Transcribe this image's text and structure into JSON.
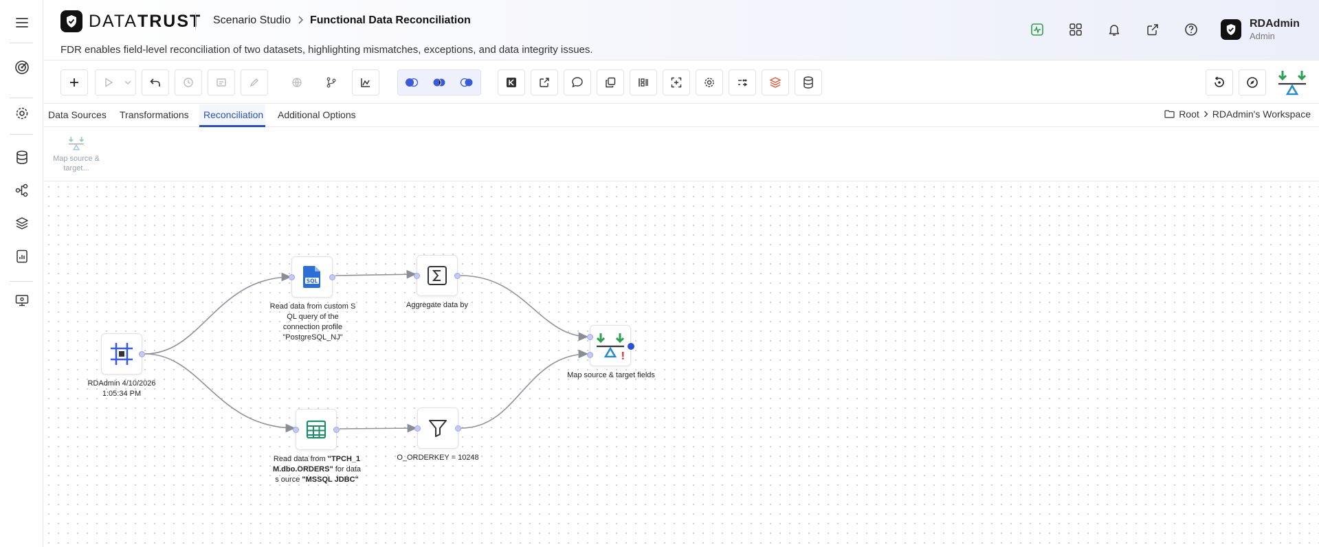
{
  "app": {
    "logo_light": "DATA",
    "logo_bold": "TRUST",
    "breadcrumb": [
      "Scenario Studio",
      "Functional Data Reconciliation"
    ],
    "description": "FDR enables field-level reconciliation of two datasets, highlighting mismatches, exceptions, and data integrity issues."
  },
  "user": {
    "name": "RDAdmin",
    "role": "Admin"
  },
  "tabs": [
    "Data Sources",
    "Transformations",
    "Reconciliation",
    "Additional Options"
  ],
  "active_tab": "Reconciliation",
  "path": {
    "root": "Root",
    "workspace": "RDAdmin's Workspace"
  },
  "palette": {
    "item_label": "Map source & target..."
  },
  "nodes": {
    "start": {
      "label": "RDAdmin 4/10/2026 1:05:34 PM"
    },
    "sql": {
      "label": "Read data from custom S QL query of the connection profile \"PostgreSQL_NJ\"",
      "icon_text": "SQL"
    },
    "aggregate": {
      "label": "Aggregate data by"
    },
    "table": {
      "label_pre": "Read data from ",
      "label_bold1": "\"TPCH_1 M.dbo.ORDERS\"",
      "label_mid": " for data s ource ",
      "label_bold2": "\"MSSQL JDBC\""
    },
    "filter": {
      "label": "O_ORDERKEY = 10248"
    },
    "map": {
      "label": "Map source & target fields",
      "alert": "!"
    }
  },
  "colors": {
    "accent": "#2c4fb8",
    "green": "#2e9e4f",
    "teal": "#1f8a6b",
    "sqlblue": "#2b6fd6",
    "alert": "#e02424"
  }
}
